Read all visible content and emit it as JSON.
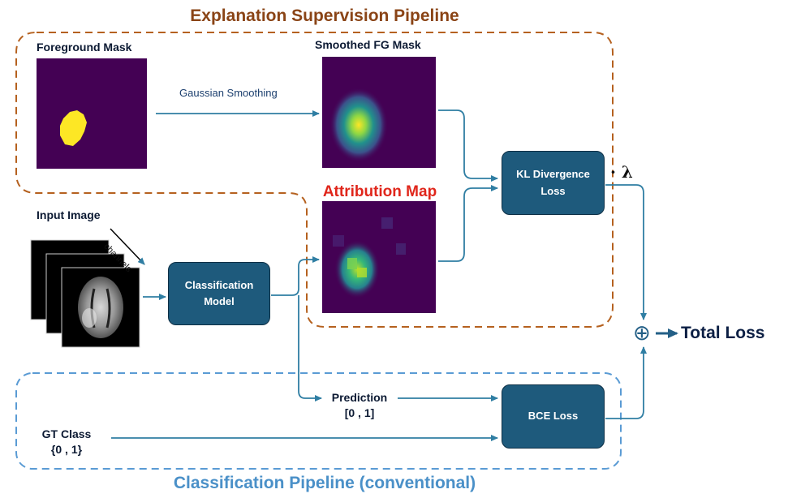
{
  "titles": {
    "explanation": "Explanation Supervision Pipeline",
    "classification": "Classification Pipeline (conventional)",
    "attribution": "Attribution Map"
  },
  "labels": {
    "foreground_mask": "Foreground Mask",
    "smoothed_mask": "Smoothed FG Mask",
    "gaussian": "Gaussian Smoothing",
    "input_image": "Input Image",
    "channels": "channels",
    "prediction": "Prediction",
    "prediction_range": "[0 , 1]",
    "gt_class": "GT Class",
    "gt_range": "{0 , 1}",
    "lambda": "· λ",
    "total_loss": "Total Loss",
    "plus": "⊕"
  },
  "boxes": {
    "classification_model": [
      "Classification",
      "Model"
    ],
    "kl_loss": [
      "KL Divergence",
      "Loss"
    ],
    "bce_loss": "BCE Loss"
  },
  "colors": {
    "explanation_border": "#b5611f",
    "classification_border": "#5a9bd4",
    "arrow": "#2f7ea3",
    "box_fill": "#1e5a7c",
    "heatmap_bg": "#440154"
  }
}
